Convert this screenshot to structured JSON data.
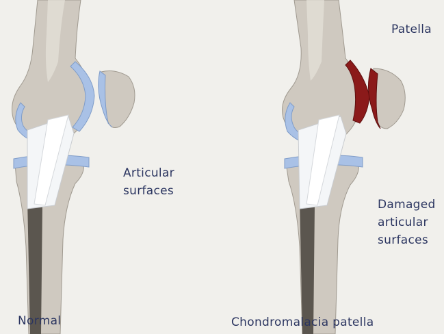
{
  "labels": {
    "patella": "Patella",
    "articular": [
      "Articular",
      "surfaces"
    ],
    "damaged": [
      "Damaged",
      "articular",
      "surfaces"
    ],
    "normal": "Normal",
    "chondromalacia": "Chondromalacia patella"
  },
  "colors": {
    "background": "#f1f0ec",
    "bone": "#cfc9c0",
    "bone_shadow": "#a9a39a",
    "bone_dark": "#5b564f",
    "cartilage": "#a9c1e6",
    "ligament": "#f4f6f8",
    "damage": "#8b1a1a",
    "label_text": "#2b3560"
  }
}
